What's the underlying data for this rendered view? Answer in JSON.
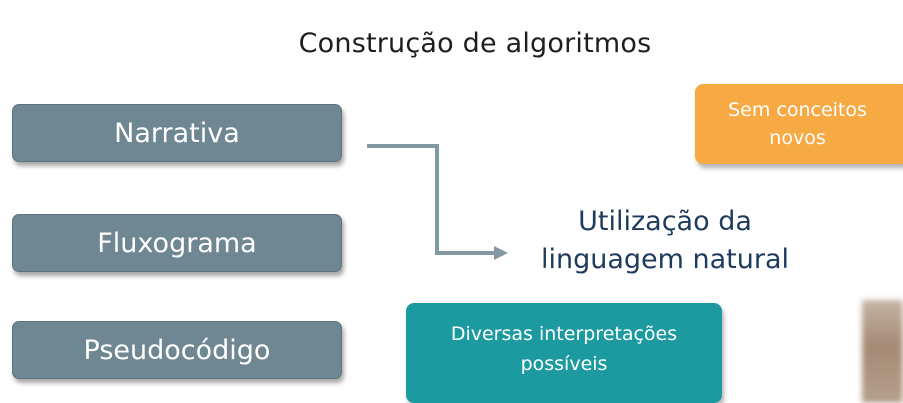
{
  "title": "Construção de algoritmos",
  "methods": [
    {
      "label": "Narrativa"
    },
    {
      "label": "Fluxograma"
    },
    {
      "label": "Pseudocódigo"
    }
  ],
  "natural_language": {
    "line1": "Utilização da",
    "line2": "linguagem natural"
  },
  "callouts": {
    "no_new_concepts": {
      "line1": "Sem conceitos",
      "line2": "novos"
    },
    "interpretations": {
      "line1": "Diversas interpretações",
      "line2": "possíveis"
    }
  },
  "colors": {
    "method_box": "#6e8792",
    "orange_callout": "#f7a944",
    "teal_callout": "#1c9aa0",
    "connector": "#8299a3",
    "natural_language_text": "#1e3a5c"
  }
}
